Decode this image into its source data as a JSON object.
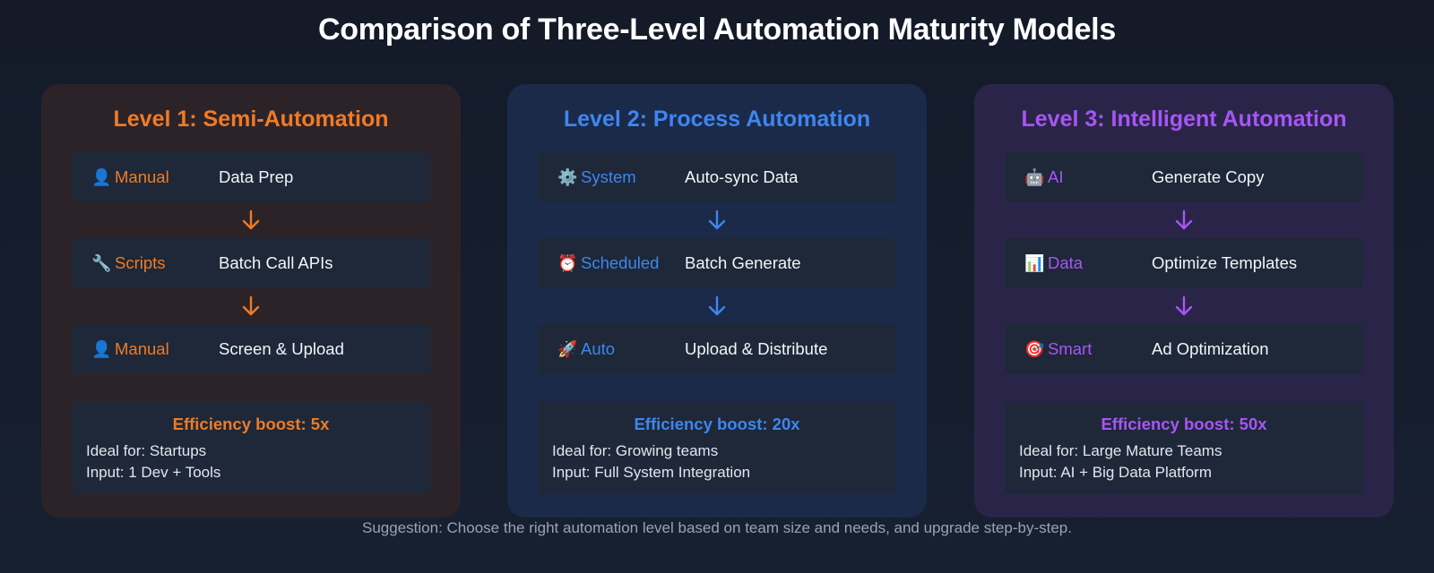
{
  "title": "Comparison of Three-Level Automation Maturity Models",
  "levels": [
    {
      "title": "Level 1: Semi-Automation",
      "accent": "#f07b24",
      "steps": [
        {
          "icon": "👤",
          "icon_name": "person-icon",
          "role": "Manual",
          "task": "Data Prep"
        },
        {
          "icon": "🔧",
          "icon_name": "wrench-icon",
          "role": "Scripts",
          "task": "Batch Call APIs"
        },
        {
          "icon": "👤",
          "icon_name": "person-icon",
          "role": "Manual",
          "task": "Screen & Upload"
        }
      ],
      "boost": "Efficiency boost: 5x",
      "ideal": "Ideal for: Startups",
      "input": "Input: 1 Dev + Tools"
    },
    {
      "title": "Level 2: Process Automation",
      "accent": "#3d86f2",
      "steps": [
        {
          "icon": "⚙️",
          "icon_name": "gear-icon",
          "role": "System",
          "task": "Auto-sync Data"
        },
        {
          "icon": "⏰",
          "icon_name": "alarm-clock-icon",
          "role": "Scheduled",
          "task": "Batch Generate"
        },
        {
          "icon": "🚀",
          "icon_name": "rocket-icon",
          "role": "Auto",
          "task": "Upload & Distribute"
        }
      ],
      "boost": "Efficiency boost: 20x",
      "ideal": "Ideal for: Growing teams",
      "input": "Input: Full System Integration"
    },
    {
      "title": "Level 3: Intelligent Automation",
      "accent": "#a855f7",
      "steps": [
        {
          "icon": "🤖",
          "icon_name": "robot-icon",
          "role": "AI",
          "task": "Generate Copy"
        },
        {
          "icon": "📊",
          "icon_name": "bar-chart-icon",
          "role": "Data",
          "task": "Optimize Templates"
        },
        {
          "icon": "🎯",
          "icon_name": "target-icon",
          "role": "Smart",
          "task": "Ad Optimization"
        }
      ],
      "boost": "Efficiency boost: 50x",
      "ideal": "Ideal for: Large Mature Teams",
      "input": "Input: AI + Big Data Platform"
    }
  ],
  "footer": "Suggestion: Choose the right automation level based on team size and needs, and upgrade step-by-step."
}
